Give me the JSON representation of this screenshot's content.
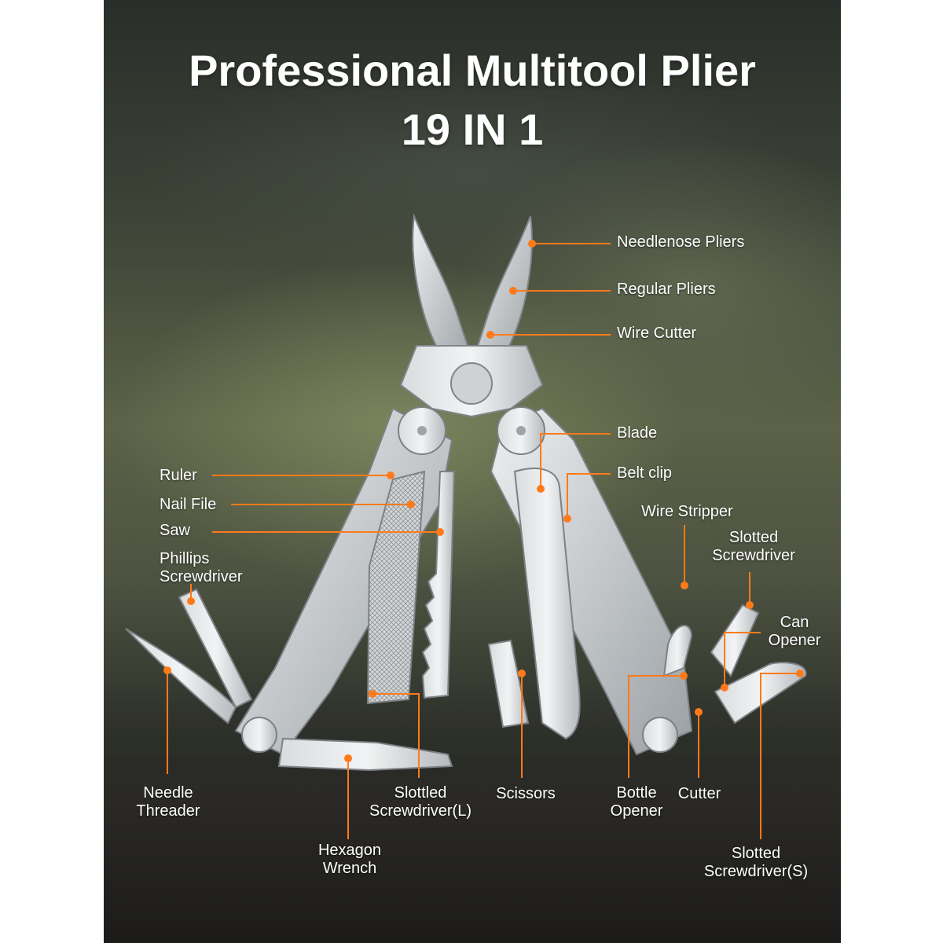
{
  "title": {
    "line1": "Professional Multitool Plier",
    "line2": "19 IN 1"
  },
  "colors": {
    "accent": "#ff7a1a",
    "metal_light": "#e6e8ea",
    "metal_mid": "#bfc3c6",
    "metal_dark": "#8d9296"
  },
  "labels": {
    "needlenose_pliers": "Needlenose Pliers",
    "regular_pliers": "Regular Pliers",
    "wire_cutter": "Wire Cutter",
    "blade": "Blade",
    "belt_clip": "Belt clip",
    "wire_stripper": "Wire Stripper",
    "slotted_screwdriver_1": "Slotted",
    "slotted_screwdriver_2": "Screwdriver",
    "can_opener_1": "Can",
    "can_opener_2": "Opener",
    "ruler": "Ruler",
    "nail_file": "Nail File",
    "saw": "Saw",
    "phillips_1": "Phillips",
    "phillips_2": "Screwdriver",
    "needle_threader_1": "Needle",
    "needle_threader_2": "Threader",
    "slotted_l_1": "Slottled",
    "slotted_l_2": "Screwdriver(L)",
    "scissors": "Scissors",
    "bottle_opener_1": "Bottle",
    "bottle_opener_2": "Opener",
    "cutter": "Cutter",
    "hexagon_wrench_1": "Hexagon",
    "hexagon_wrench_2": "Wrench",
    "slotted_s_1": "Slotted",
    "slotted_s_2": "Screwdriver(S)"
  }
}
